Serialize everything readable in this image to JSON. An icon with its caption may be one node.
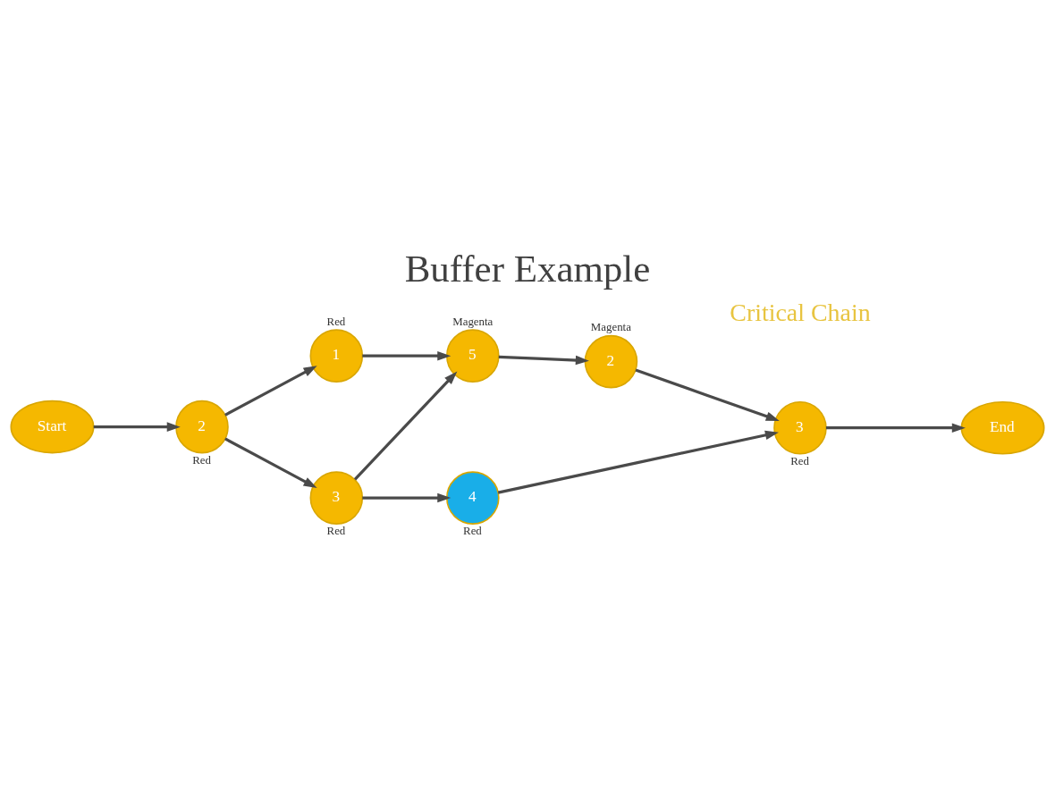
{
  "diagram": {
    "title": "Buffer Example",
    "nodes": [
      {
        "text": [
          "Start"
        ]
      },
      {
        "text": [
          "2"
        ],
        "beside": [
          "Red"
        ]
      },
      {
        "text": [
          "1"
        ],
        "beside": [
          "Red"
        ]
      },
      {
        "text": [
          "3"
        ],
        "beside": [
          "Red"
        ]
      },
      {
        "text": [
          "5"
        ],
        "beside": [
          "Magenta"
        ]
      },
      {
        "text": [
          "2"
        ],
        "beside": [
          "Magenta"
        ]
      },
      {
        "text": [
          "4"
        ],
        "beside": [
          "Red"
        ]
      },
      {
        "text": [
          "3"
        ],
        "beside": [
          "Red"
        ]
      },
      {
        "text": [
          "End"
        ]
      }
    ],
    "edges": [
      {
        "from": 0,
        "to": 1,
        "arrow": "to"
      },
      {
        "from": 1,
        "to": 2,
        "arrow": "to"
      },
      {
        "from": 1,
        "to": 3,
        "arrow": "to"
      },
      {
        "from": 2,
        "to": 4,
        "arrow": "to"
      },
      {
        "from": 3,
        "to": 4,
        "arrow": "to"
      },
      {
        "from": 3,
        "to": 6,
        "arrow": "to"
      },
      {
        "from": 4,
        "to": 5,
        "arrow": "to"
      },
      {
        "from": 5,
        "to": 7,
        "arrow": "to"
      },
      {
        "from": 6,
        "to": 7,
        "arrow": "to"
      },
      {
        "from": 7,
        "to": 8,
        "arrow": "to"
      }
    ],
    "labels": [
      "Critical Chain"
    ]
  }
}
